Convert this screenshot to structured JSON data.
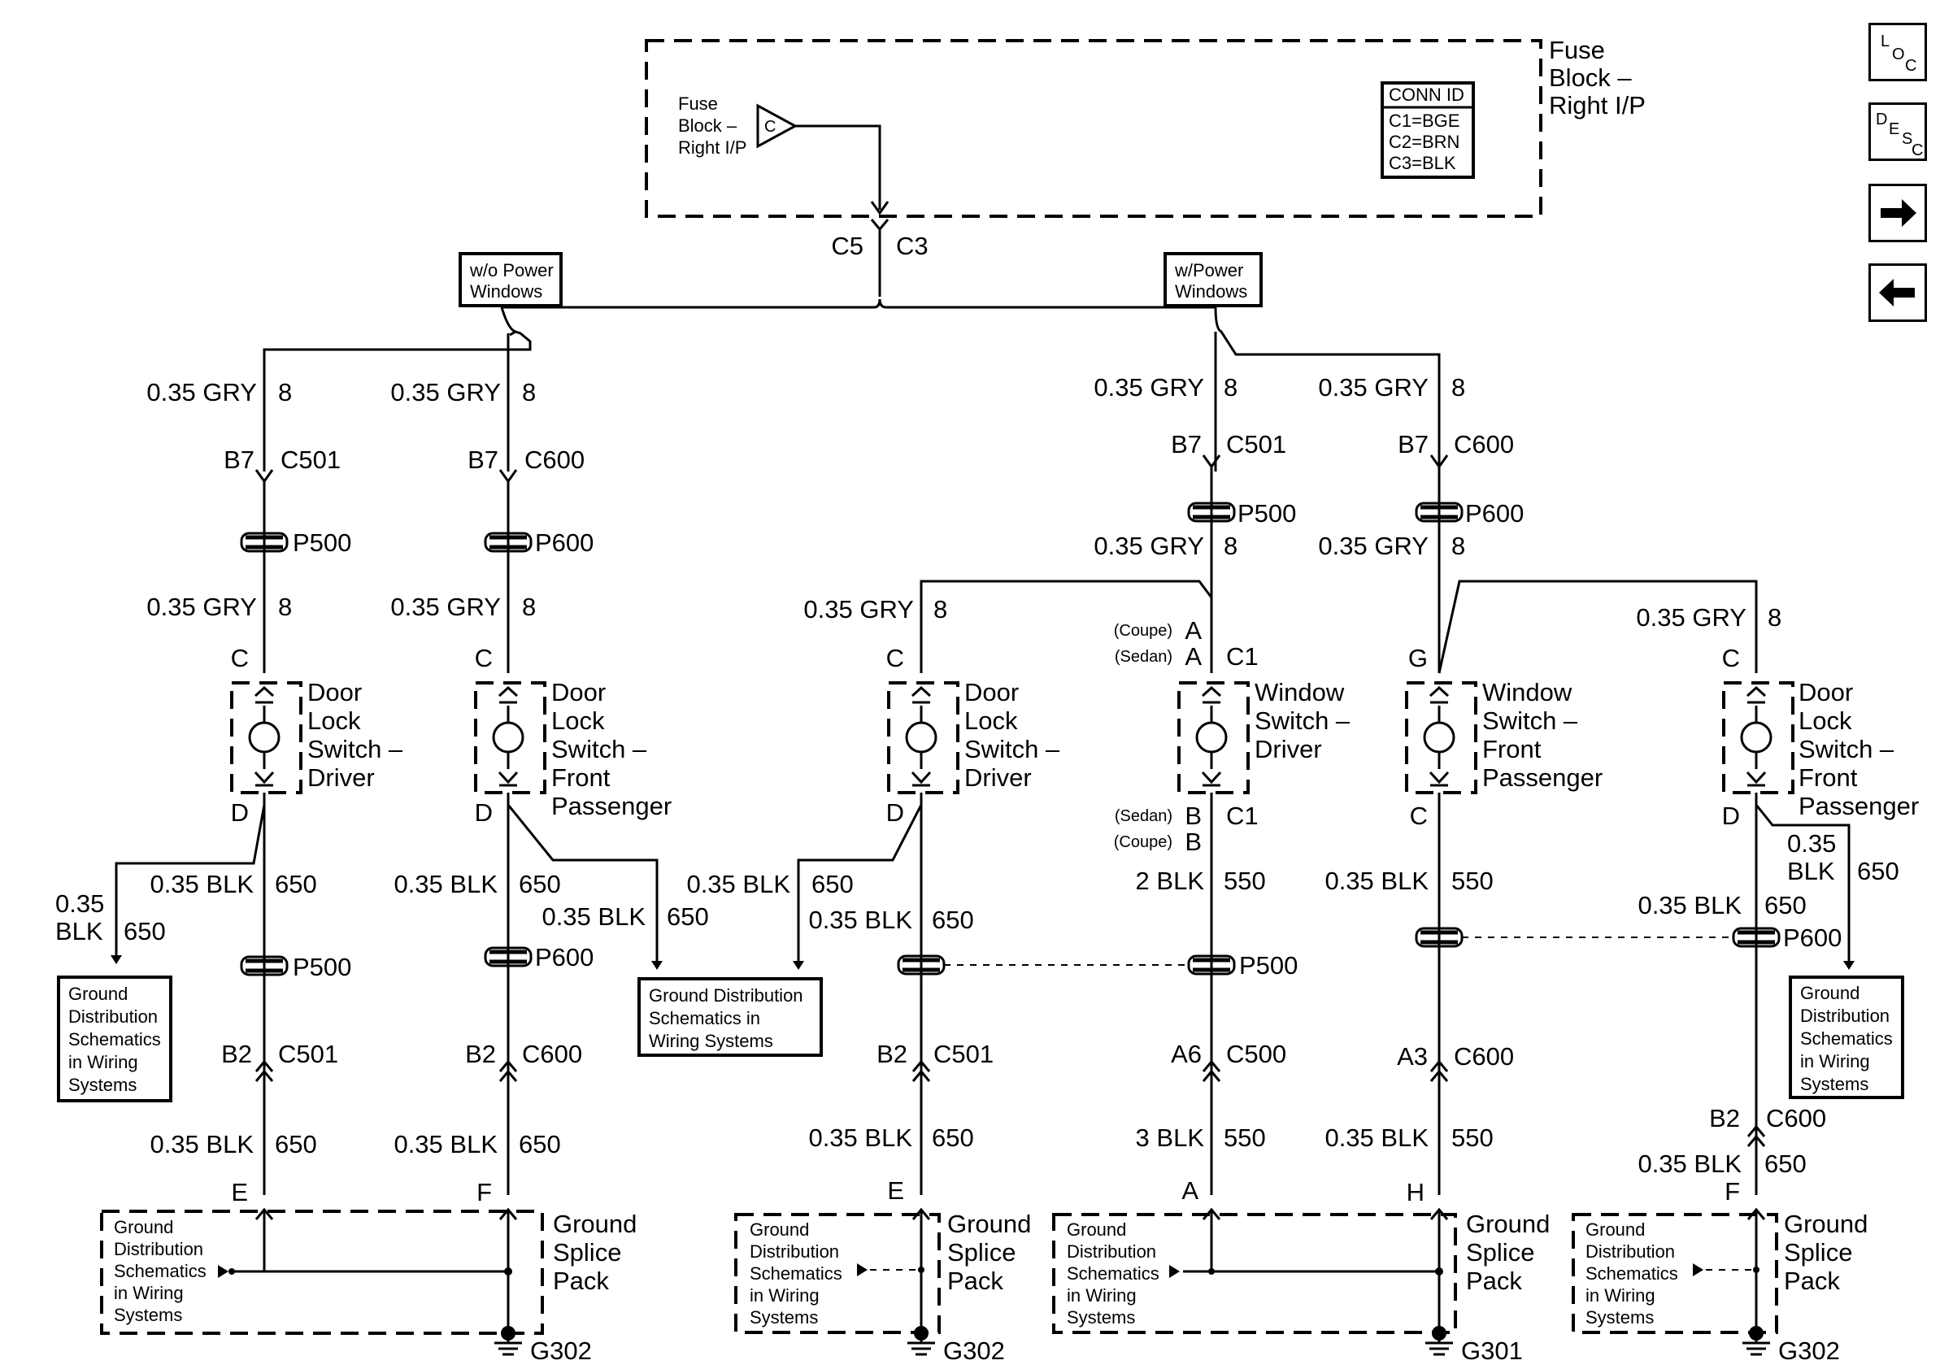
{
  "fuse_block": {
    "outer_label": [
      "Fuse",
      "Block –",
      "Right I/P"
    ],
    "inner_label": [
      "Fuse",
      "Block –",
      "Right I/P"
    ],
    "pin": "C",
    "conn_id": {
      "title": "CONN ID",
      "rows": [
        "C1=BGE",
        "C2=BRN",
        "C3=BLK"
      ]
    },
    "connectors": [
      "C5",
      "C3"
    ]
  },
  "options": {
    "without": [
      "w/o Power",
      "Windows"
    ],
    "with": [
      "w/Power",
      "Windows"
    ]
  },
  "wires": {
    "gry": "0.35 GRY",
    "gry_circuit": "8",
    "blk": "0.35 BLK",
    "blk_circuit": "650",
    "blk_stack": [
      "0.35",
      "BLK"
    ],
    "blk550_2": "2 BLK",
    "blk550_3": "3 BLK",
    "circuit_550": "550"
  },
  "terminals": {
    "B7": "B7",
    "B2": "B2",
    "A6": "A6",
    "A3": "A3",
    "C": "C",
    "D": "D",
    "E": "E",
    "F": "F",
    "G": "G",
    "H": "H",
    "A": "A",
    "B": "B",
    "coupe": "(Coupe)",
    "sedan": "(Sedan)"
  },
  "connectors": {
    "C501": "C501",
    "C600": "C600",
    "C500": "C500",
    "C1": "C1",
    "P500": "P500",
    "P600": "P600"
  },
  "components": {
    "dls_driver": [
      "Door",
      "Lock",
      "Switch –",
      "Driver"
    ],
    "dls_front_pass": [
      "Door",
      "Lock",
      "Switch –",
      "Front",
      "Passenger"
    ],
    "ws_driver": [
      "Window",
      "Switch –",
      "Driver"
    ],
    "ws_front_pass": [
      "Window",
      "Switch –",
      "Front",
      "Passenger"
    ],
    "ground_splice": [
      "Ground",
      "Splice",
      "Pack"
    ],
    "ground_ref_box": [
      "Ground",
      "Distribution",
      "Schematics",
      "in Wiring",
      "Systems"
    ],
    "ground_ref_box_wide": [
      "Ground Distribution",
      "Schematics in",
      "Wiring Systems"
    ]
  },
  "grounds": {
    "g302": "G302",
    "g301": "G301"
  },
  "nav": {
    "loc": {
      "L": "L",
      "O": "O",
      "C": "C"
    },
    "desc": {
      "D": "D",
      "E": "E",
      "S": "S",
      "C": "C"
    },
    "next_icon": "arrow-right-icon",
    "prev_icon": "arrow-left-icon"
  }
}
